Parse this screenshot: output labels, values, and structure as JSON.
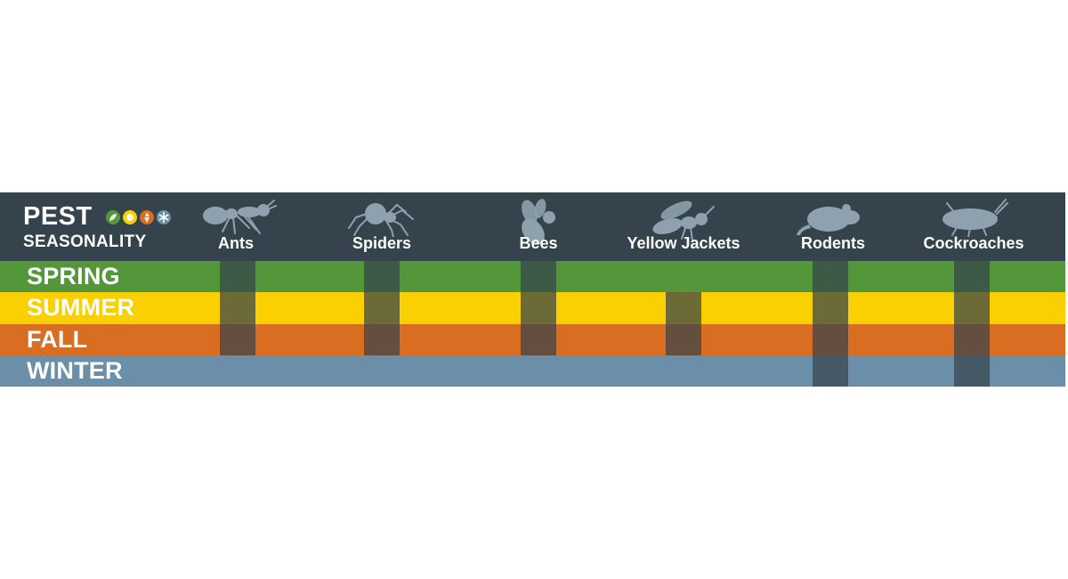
{
  "title_line1": "PEST",
  "title_line2": "SEASONALITY",
  "colors": {
    "header": "#34434c",
    "silhouette": "#8fa1ae",
    "active_overlay": "#34434c",
    "spring": "#54973a",
    "summer": "#fbd000",
    "fall": "#d96e23",
    "winter": "#6b8fa8",
    "dot_leaf": "#54973a",
    "dot_sun": "#fbd000",
    "dot_fall": "#d96e23",
    "dot_snow": "#6b8fa8"
  },
  "chart_data": {
    "type": "table",
    "seasons": [
      {
        "name": "SPRING",
        "color_key": "spring"
      },
      {
        "name": "SUMMER",
        "color_key": "summer"
      },
      {
        "name": "FALL",
        "color_key": "fall"
      },
      {
        "name": "WINTER",
        "color_key": "winter"
      }
    ],
    "pests": [
      {
        "name": "Ants",
        "icon": "ant-icon",
        "active": {
          "SPRING": true,
          "SUMMER": true,
          "FALL": true,
          "WINTER": false
        }
      },
      {
        "name": "Spiders",
        "icon": "spider-icon",
        "active": {
          "SPRING": true,
          "SUMMER": true,
          "FALL": true,
          "WINTER": false
        }
      },
      {
        "name": "Bees",
        "icon": "bee-icon",
        "active": {
          "SPRING": true,
          "SUMMER": true,
          "FALL": true,
          "WINTER": false
        }
      },
      {
        "name": "Yellow Jackets",
        "icon": "yellow-jacket-icon",
        "active": {
          "SPRING": false,
          "SUMMER": true,
          "FALL": true,
          "WINTER": false
        }
      },
      {
        "name": "Rodents",
        "icon": "rodent-icon",
        "active": {
          "SPRING": true,
          "SUMMER": true,
          "FALL": true,
          "WINTER": true
        }
      },
      {
        "name": "Cockroaches",
        "icon": "cockroach-icon",
        "active": {
          "SPRING": true,
          "SUMMER": true,
          "FALL": true,
          "WINTER": true
        }
      }
    ]
  }
}
